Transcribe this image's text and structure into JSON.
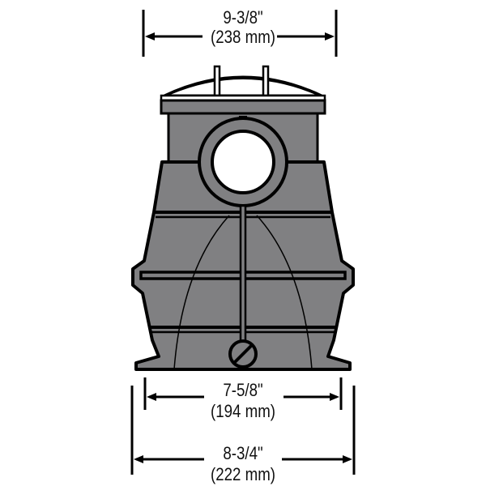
{
  "diagram": {
    "subject": "Pump strainer housing (front view)",
    "colors": {
      "body": "#808082",
      "outline": "#000000",
      "background": "#ffffff",
      "lid": "#ffffff"
    }
  },
  "dimensions": {
    "top_width": {
      "imperial": "9-3/8\"",
      "metric": "(238 mm)"
    },
    "base_inner_width": {
      "imperial": "7-5/8\"",
      "metric": "(194 mm)"
    },
    "base_outer_width": {
      "imperial": "8-3/4\"",
      "metric": "(222 mm)"
    }
  }
}
